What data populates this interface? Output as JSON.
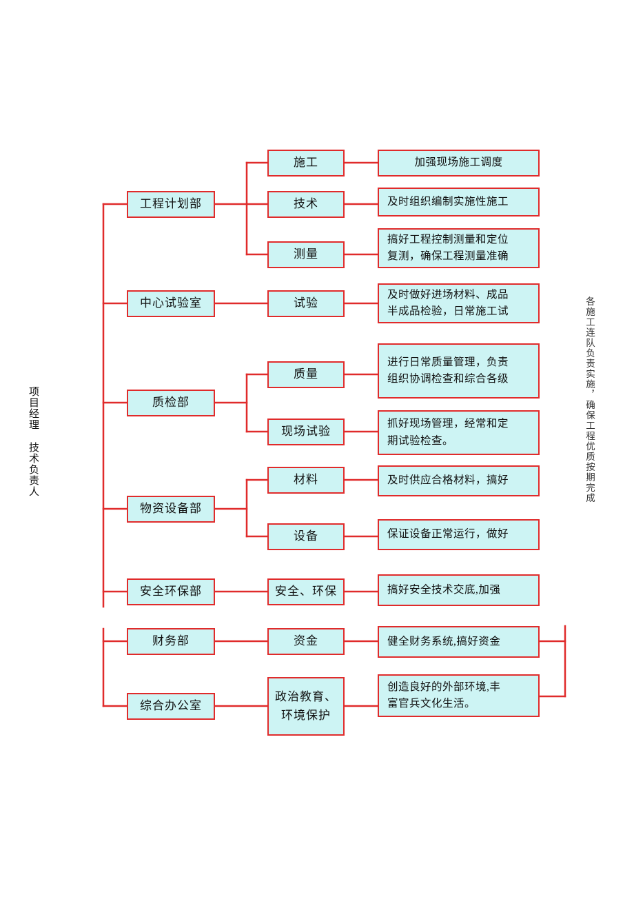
{
  "diagram": {
    "left_caption": "项目经理 技术负责人",
    "right_caption": "各施工连队负责实施，确保工程优质按期完成",
    "accent_border": "#e02b2b",
    "box_fill": "#cdf4f4"
  },
  "departments": [
    {
      "name": "工程计划部"
    },
    {
      "name": "中心试验室"
    },
    {
      "name": "质检部"
    },
    {
      "name": "物资设备部"
    },
    {
      "name": "安全环保部"
    },
    {
      "name": "财务部"
    },
    {
      "name": "综合办公室"
    }
  ],
  "units": [
    {
      "name": "施工"
    },
    {
      "name": "技术"
    },
    {
      "name": "测量"
    },
    {
      "name": "试验"
    },
    {
      "name": "质量"
    },
    {
      "name": "现场试验"
    },
    {
      "name": "材料"
    },
    {
      "name": "设备"
    },
    {
      "name": "安全、环保"
    },
    {
      "name": "资金"
    },
    {
      "name_line1": "政治教育、",
      "name_line2": "环境保护"
    }
  ],
  "duties": [
    {
      "line1": "加强现场施工调度",
      "line2": ""
    },
    {
      "line1": "及时组织编制实施性施工",
      "line2": ""
    },
    {
      "line1": "搞好工程控制测量和定位",
      "line2": "复测，确保工程测量准确"
    },
    {
      "line1": "及时做好进场材料、成品",
      "line2": "半成品检验，日常施工试"
    },
    {
      "line1": "进行日常质量管理，负责",
      "line2": "组织协调检查和综合各级"
    },
    {
      "line1": "抓好现场管理，经常和定",
      "line2": "期试验检查。"
    },
    {
      "line1": "及时供应合格材料，搞好",
      "line2": ""
    },
    {
      "line1": "保证设备正常运行，做好",
      "line2": ""
    },
    {
      "line1": "搞好安全技术交底,加强",
      "line2": ""
    },
    {
      "line1": "健全财务系统,搞好资金",
      "line2": ""
    },
    {
      "line1": "创造良好的外部环境,丰",
      "line2": "富官兵文化生活。"
    }
  ]
}
